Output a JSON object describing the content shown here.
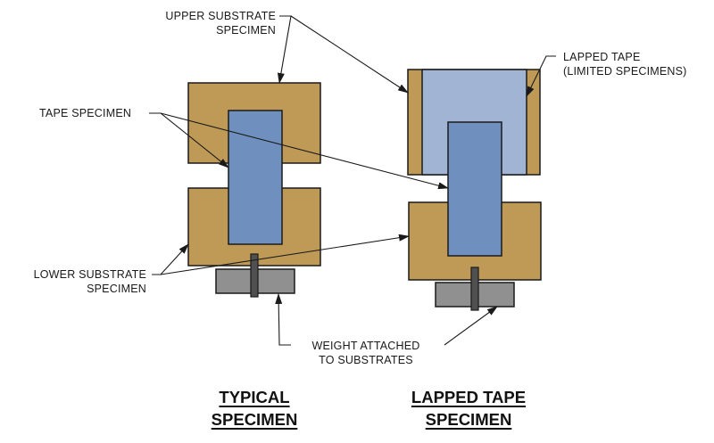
{
  "colors": {
    "substrate": "#BE9A56",
    "tape": "#6F90BE",
    "lapped_tape": "#A1B4D4",
    "weight": "#909090",
    "rod": "#505050",
    "outline": "#1a1a1a"
  },
  "labels": {
    "upper_substrate": [
      "UPPER SUBSTRATE",
      "SPECIMEN"
    ],
    "lapped_tape": [
      "LAPPED TAPE",
      "(LIMITED SPECIMENS)"
    ],
    "tape_specimen": [
      "TAPE SPECIMEN"
    ],
    "lower_substrate": [
      "LOWER SUBSTRATE",
      "SPECIMEN"
    ],
    "weight": [
      "WEIGHT ATTACHED",
      "TO SUBSTRATES"
    ]
  },
  "titles": {
    "typical": [
      "TYPICAL",
      "SPECIMEN"
    ],
    "lapped": [
      "LAPPED TAPE",
      "SPECIMEN"
    ]
  }
}
